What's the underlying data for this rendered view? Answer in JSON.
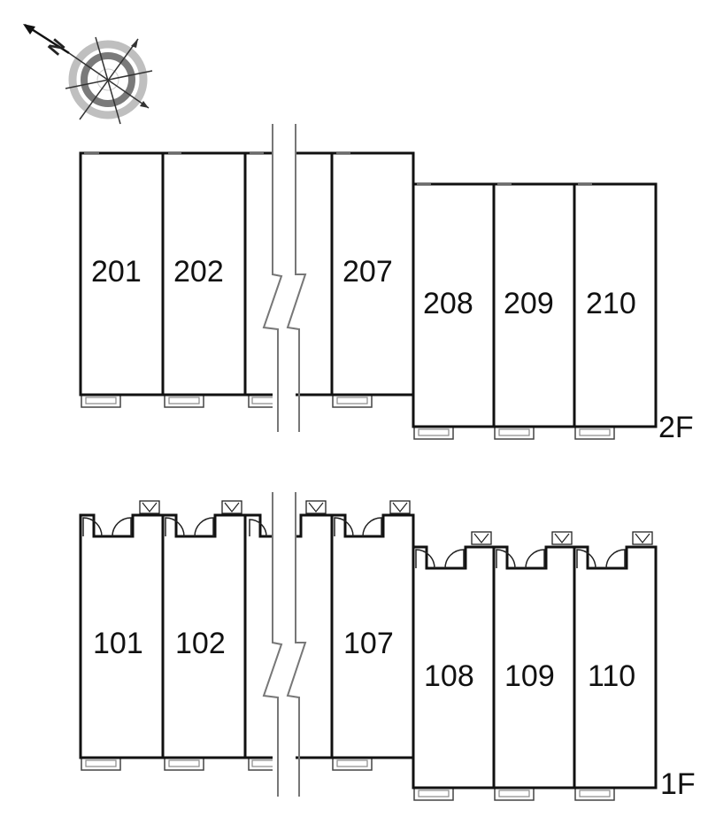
{
  "compass": {
    "north_label": "N",
    "colors": {
      "outer_ring": "#bfbfbf",
      "middle_ring": "#7a7a7a",
      "lines": "#333333"
    }
  },
  "floors": [
    {
      "id": "floor-2",
      "label": "2F",
      "units": [
        "201",
        "202",
        "207",
        "208",
        "209",
        "210"
      ]
    },
    {
      "id": "floor-1",
      "label": "1F",
      "units": [
        "101",
        "102",
        "107",
        "108",
        "109",
        "110"
      ]
    }
  ],
  "colors": {
    "wall": "#111111",
    "background": "#ffffff",
    "break_line": "#777777"
  }
}
